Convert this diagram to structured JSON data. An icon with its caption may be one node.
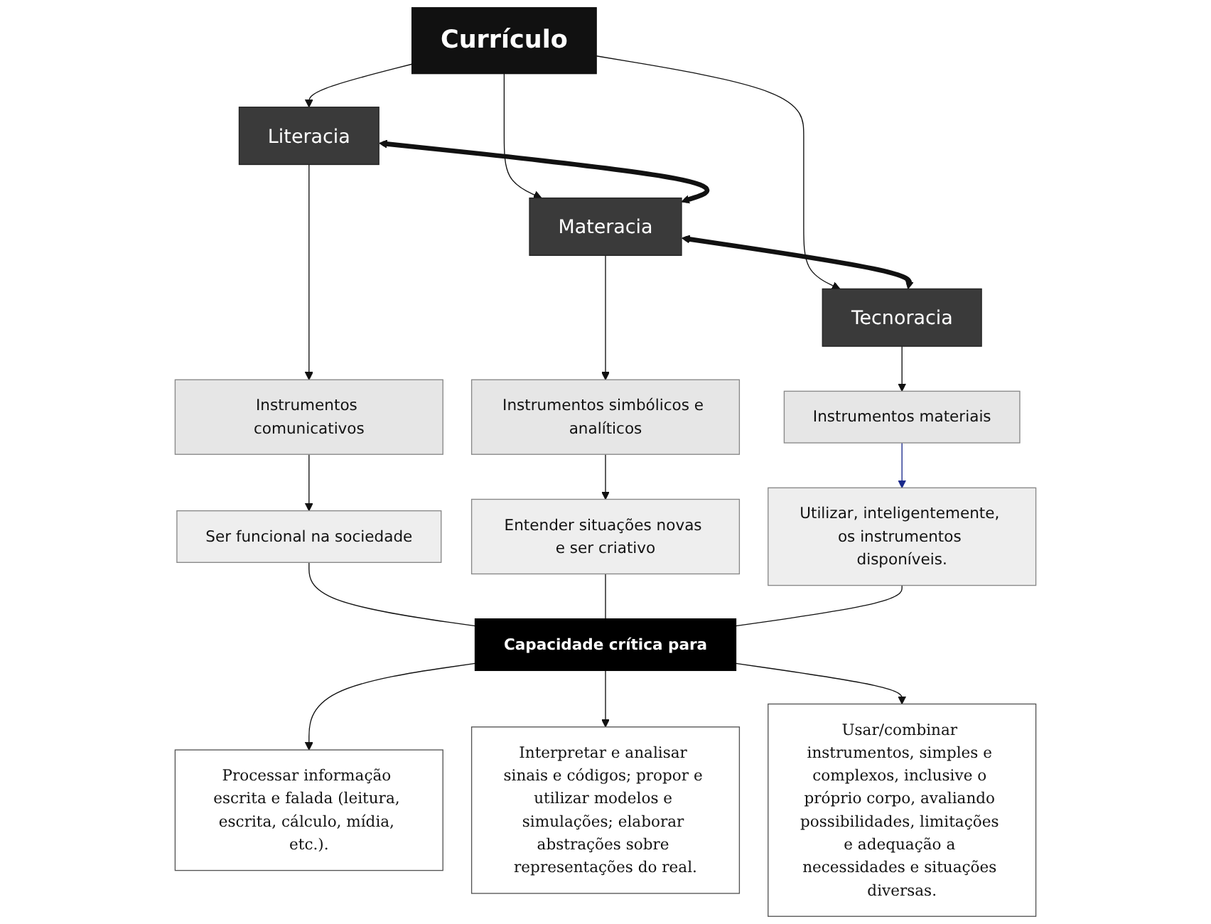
{
  "diagram": {
    "nodes": [
      {
        "text": [
          "Currículo"
        ]
      },
      {
        "text": [
          "Literacia"
        ]
      },
      {
        "text": [
          "Materacia"
        ]
      },
      {
        "text": [
          "Tecnoracia"
        ]
      },
      {
        "text": [
          "Instrumentos comunicativos"
        ]
      },
      {
        "text": [
          "Instrumentos simbólicos e analíticos"
        ]
      },
      {
        "text": [
          "Instrumentos materiais"
        ]
      },
      {
        "text": [
          "Ser funcional na sociedade"
        ]
      },
      {
        "text": [
          "Entender situações novas e ser criativo"
        ]
      },
      {
        "text": [
          "Utilizar, inteligentemente, os instrumentos disponíveis."
        ]
      },
      {
        "text": [
          "Capacidade crítica para"
        ]
      },
      {
        "text": [
          "Processar informação escrita e falada (leitura, escrita, cálculo, mídia, etc.)."
        ]
      },
      {
        "text": [
          "Interpretar e analisar sinais e códigos; propor e utilizar modelos e simulações; elaborar abstrações sobre representações do real."
        ]
      },
      {
        "text": [
          "Usar/combinar instrumentos, simples e complexos, inclusive o próprio corpo, avaliando possibilidades, limitações e adequação a necessidades e situações diversas."
        ]
      }
    ],
    "edges": [
      {
        "from": 0,
        "to": 1,
        "arrow": "to"
      },
      {
        "from": 0,
        "to": 2,
        "arrow": "to"
      },
      {
        "from": 0,
        "to": 3,
        "arrow": "to"
      },
      {
        "from": 1,
        "to": 2,
        "arrow": "both",
        "style": "thick"
      },
      {
        "from": 2,
        "to": 3,
        "arrow": "both",
        "style": "thick"
      },
      {
        "from": 1,
        "to": 4,
        "arrow": "to"
      },
      {
        "from": 2,
        "to": 5,
        "arrow": "to"
      },
      {
        "from": 3,
        "to": 6,
        "arrow": "to"
      },
      {
        "from": 4,
        "to": 7,
        "arrow": "to"
      },
      {
        "from": 5,
        "to": 8,
        "arrow": "to"
      },
      {
        "from": 6,
        "to": 9,
        "arrow": "to",
        "color": "#1a2a8c"
      },
      {
        "from": 7,
        "to": 10,
        "arrow": "none"
      },
      {
        "from": 8,
        "to": 10,
        "arrow": "none"
      },
      {
        "from": 9,
        "to": 10,
        "arrow": "none"
      },
      {
        "from": 10,
        "to": 11,
        "arrow": "to"
      },
      {
        "from": 10,
        "to": 12,
        "arrow": "to"
      },
      {
        "from": 10,
        "to": 13,
        "arrow": "to"
      }
    ]
  }
}
